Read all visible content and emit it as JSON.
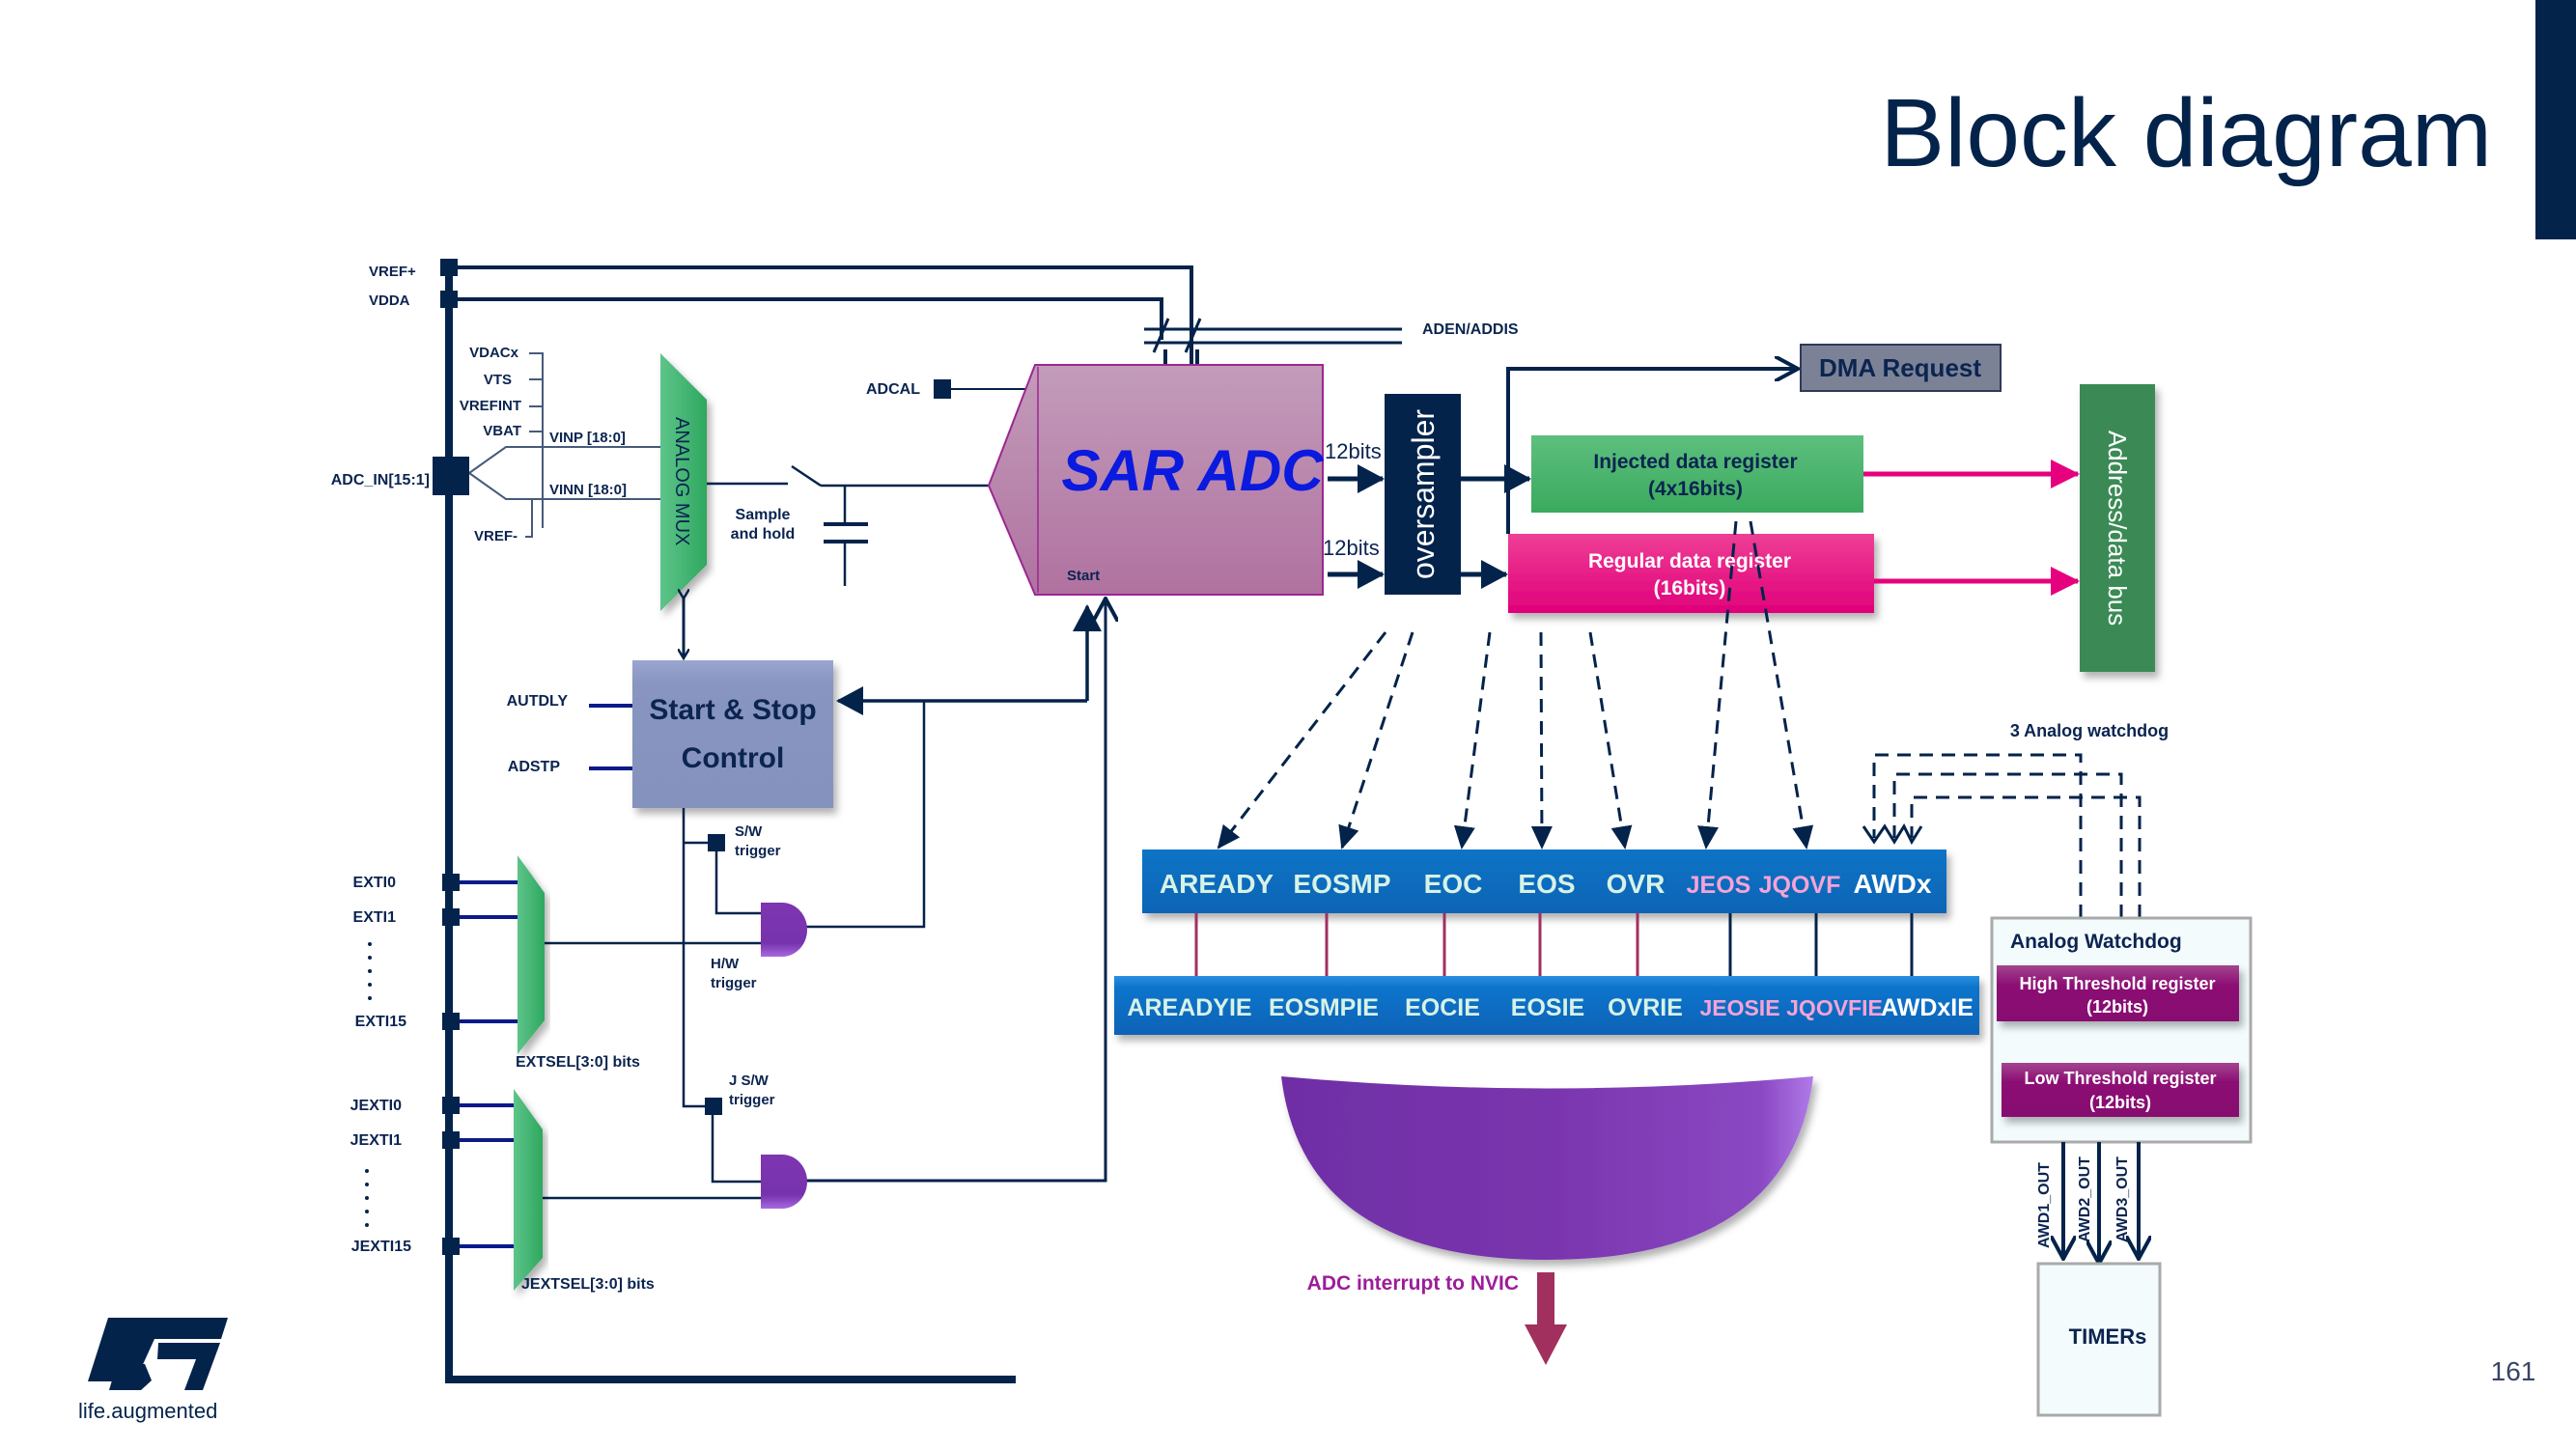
{
  "slide": {
    "title": "Block diagram",
    "page_number": "161",
    "logo_tagline": "life.augmented"
  },
  "colors": {
    "navy": "#03234b",
    "mux_green": "#3cb371",
    "sar_purple": "#b27aa6",
    "sar_text_blue": "#0a1adf",
    "injected_green": "#49b46c",
    "regular_magenta": "#e6007e",
    "bus_green": "#3a8a55",
    "dma_gray": "#7c8296",
    "startstop_blue": "#8a97c2",
    "status_blue": "#0a6cbf",
    "gate_purple": "#7b34b0",
    "watchdog_reg_purple": "#8d0f76",
    "interrupt_arrow": "#a1305f",
    "interrupt_text": "#9c1d99",
    "flag_pink": "#f5a3d6",
    "flag_mint": "#d7f2e6"
  },
  "supply": {
    "vref_plus": "VREF+",
    "vdda": "VDDA",
    "aden_addis": "ADEN/ADDIS",
    "adcal": "ADCAL"
  },
  "inputs": {
    "internal_channels": [
      "VDACx",
      "VTS",
      "VREFINT",
      "VBAT"
    ],
    "vref_minus": "VREF-",
    "adc_in": "ADC_IN[15:1]",
    "vinp": "VINP [18:0]",
    "vinn": "VINN [18:0]"
  },
  "blocks": {
    "analog_mux": "ANALOG  MUX",
    "sample_hold_line1": "Sample",
    "sample_hold_line2": "and hold",
    "sar_adc": "SAR ADC",
    "sar_start": "Start",
    "bits_top": "12bits",
    "bits_bottom": "12bits",
    "oversampler": "oversampler",
    "dma_request": "DMA Request",
    "injected_reg_line1": "Injected data register",
    "injected_reg_line2": "(4x16bits)",
    "regular_reg_line1": "Regular data register",
    "regular_reg_line2": "(16bits)",
    "address_bus": "Address/data bus",
    "start_stop_line1": "Start & Stop",
    "start_stop_line2": "Control",
    "autdly": "AUTDLY",
    "adstp": "ADSTP"
  },
  "triggers": {
    "sw_line1": "S/W",
    "sw_line2": "trigger",
    "hw_line1": "H/W",
    "hw_line2": "trigger",
    "jsw_line1": "J S/W",
    "jsw_line2": "trigger",
    "regular_inputs": [
      "EXTI0",
      "EXTI1",
      "EXTI15"
    ],
    "injected_inputs": [
      "JEXTI0",
      "JEXTI1",
      "JEXTI15"
    ],
    "extsel": "EXTSEL[3:0] bits",
    "jextsel": "JEXTSEL[3:0] bits"
  },
  "status_flags": [
    {
      "label": "AREADY",
      "color": "mint"
    },
    {
      "label": "EOSMP",
      "color": "mint"
    },
    {
      "label": "EOC",
      "color": "mint"
    },
    {
      "label": "EOS",
      "color": "mint"
    },
    {
      "label": "OVR",
      "color": "mint"
    },
    {
      "label": "JEOS",
      "color": "pink"
    },
    {
      "label": "JQOVF",
      "color": "pink"
    },
    {
      "label": "AWDx",
      "color": "white"
    }
  ],
  "interrupt_enables": [
    {
      "label": "AREADYIE",
      "color": "mint"
    },
    {
      "label": "EOSMPIE",
      "color": "mint"
    },
    {
      "label": "EOCIE",
      "color": "mint"
    },
    {
      "label": "EOSIE",
      "color": "mint"
    },
    {
      "label": "OVRIE",
      "color": "mint"
    },
    {
      "label": "JEOSIE",
      "color": "pink"
    },
    {
      "label": "JQOVFIE",
      "color": "pink"
    },
    {
      "label": "AWDxIE",
      "color": "white"
    }
  ],
  "interrupt": {
    "label": "ADC interrupt to NVIC"
  },
  "watchdog": {
    "caption": "3 Analog watchdog",
    "title": "Analog Watchdog",
    "high_line1": "High Threshold register",
    "high_line2": "(12bits)",
    "low_line1": "Low Threshold register",
    "low_line2": "(12bits)",
    "outputs": [
      "AWD1_OUT",
      "AWD2_OUT",
      "AWD3_OUT"
    ],
    "timers": "TIMERs"
  }
}
